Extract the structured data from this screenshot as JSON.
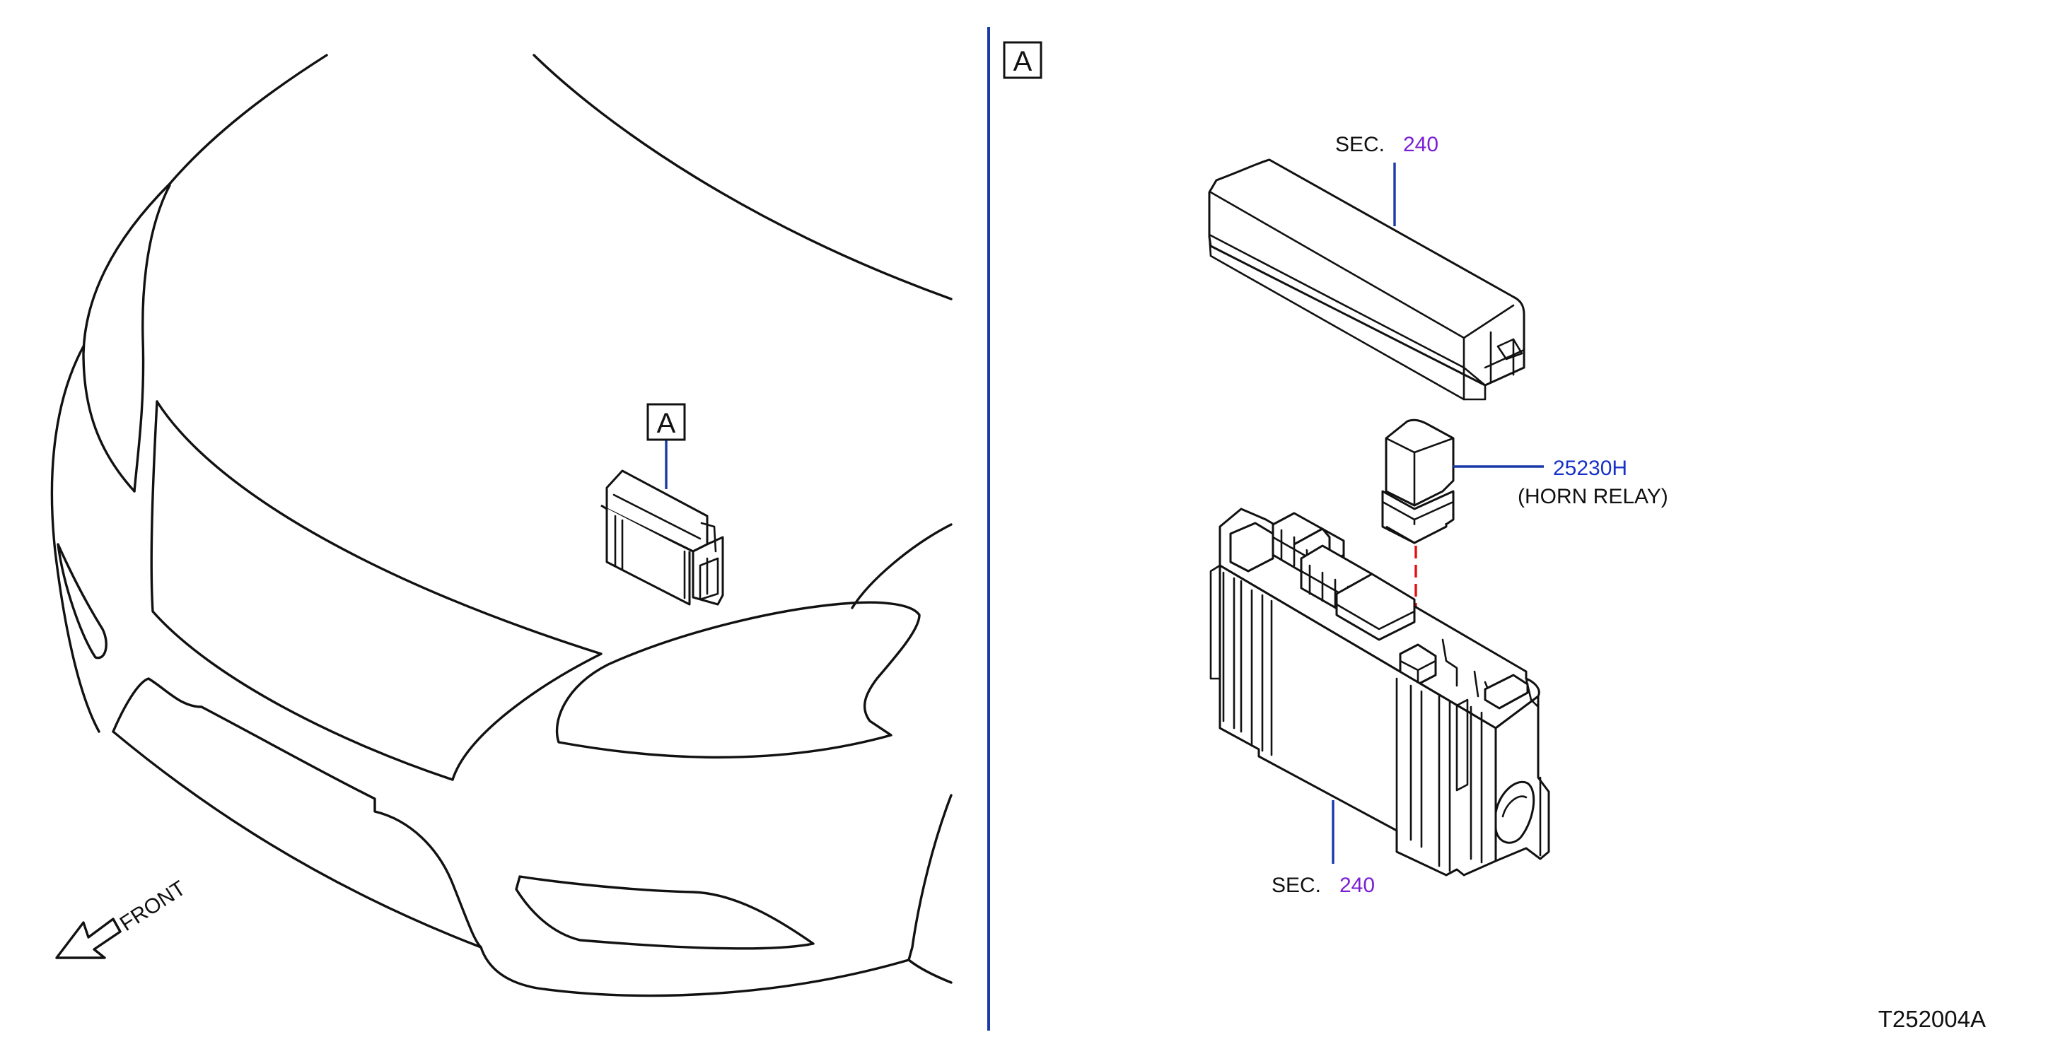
{
  "labels": {
    "callout_left": "A",
    "callout_right": "A",
    "front": "FRONT",
    "sec_top_prefix": "SEC.",
    "sec_top_number": "240",
    "sec_bottom_prefix": "SEC.",
    "sec_bottom_number": "240",
    "part_number": "25230H",
    "part_name": "(HORN   RELAY)",
    "figure_id": "T252004A"
  },
  "icons": {
    "front_arrow": "arrow-down-left-icon"
  },
  "colors": {
    "leader_line": "#1a3aa8",
    "section_ref": "#7a1fd6",
    "part_number": "#1630c8",
    "divider": "#1a3aa8",
    "dashed_guide": "#e01010"
  }
}
